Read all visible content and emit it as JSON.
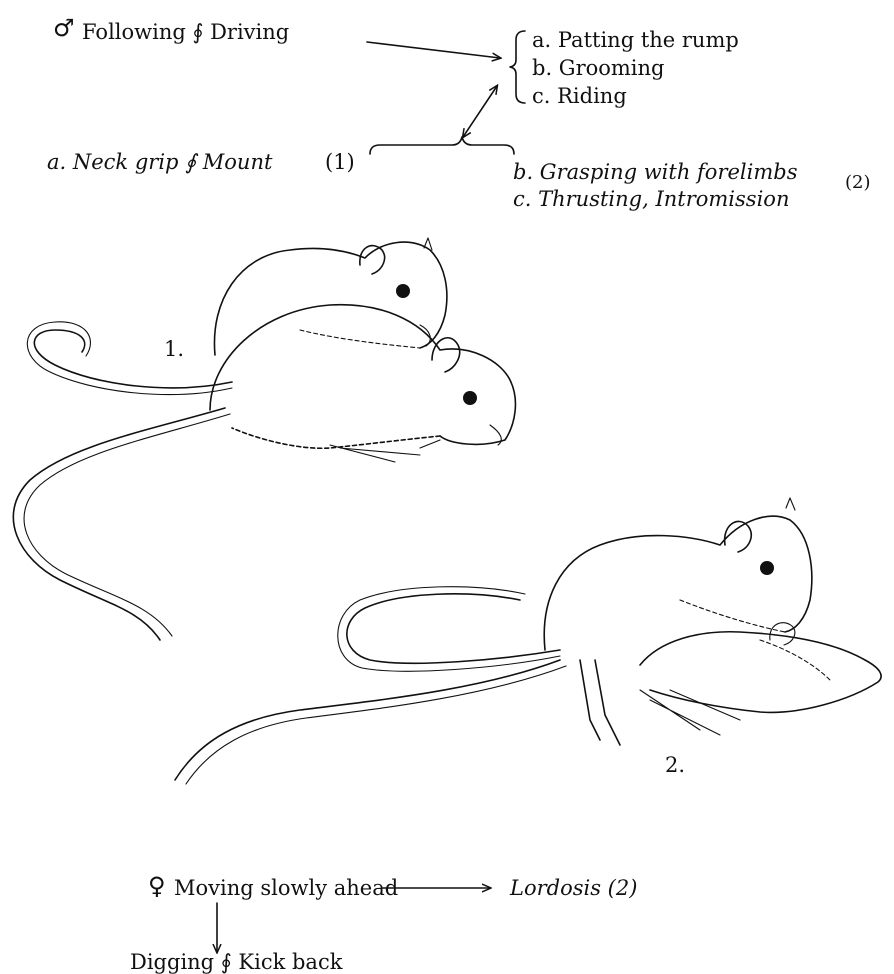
{
  "male": {
    "symbol": "♂",
    "behavior": "Following ∮ Driving",
    "responses": [
      "a. Patting the rump",
      "b. Grooming",
      "c. Riding"
    ],
    "copulation": {
      "item_a": "a. Neck grip ∮ Mount",
      "item_a_ref": "(1)",
      "item_b": "b. Grasping with forelimbs",
      "item_c": "c. Thrusting, Intromission",
      "items_bc_ref": "(2)"
    }
  },
  "figures": {
    "label_1": "1.",
    "label_2": "2."
  },
  "female": {
    "symbol": "♀",
    "behavior": "Moving slowly ahead",
    "response": "Lordosis (2)",
    "alternative": "Digging ∮ Kick back"
  }
}
